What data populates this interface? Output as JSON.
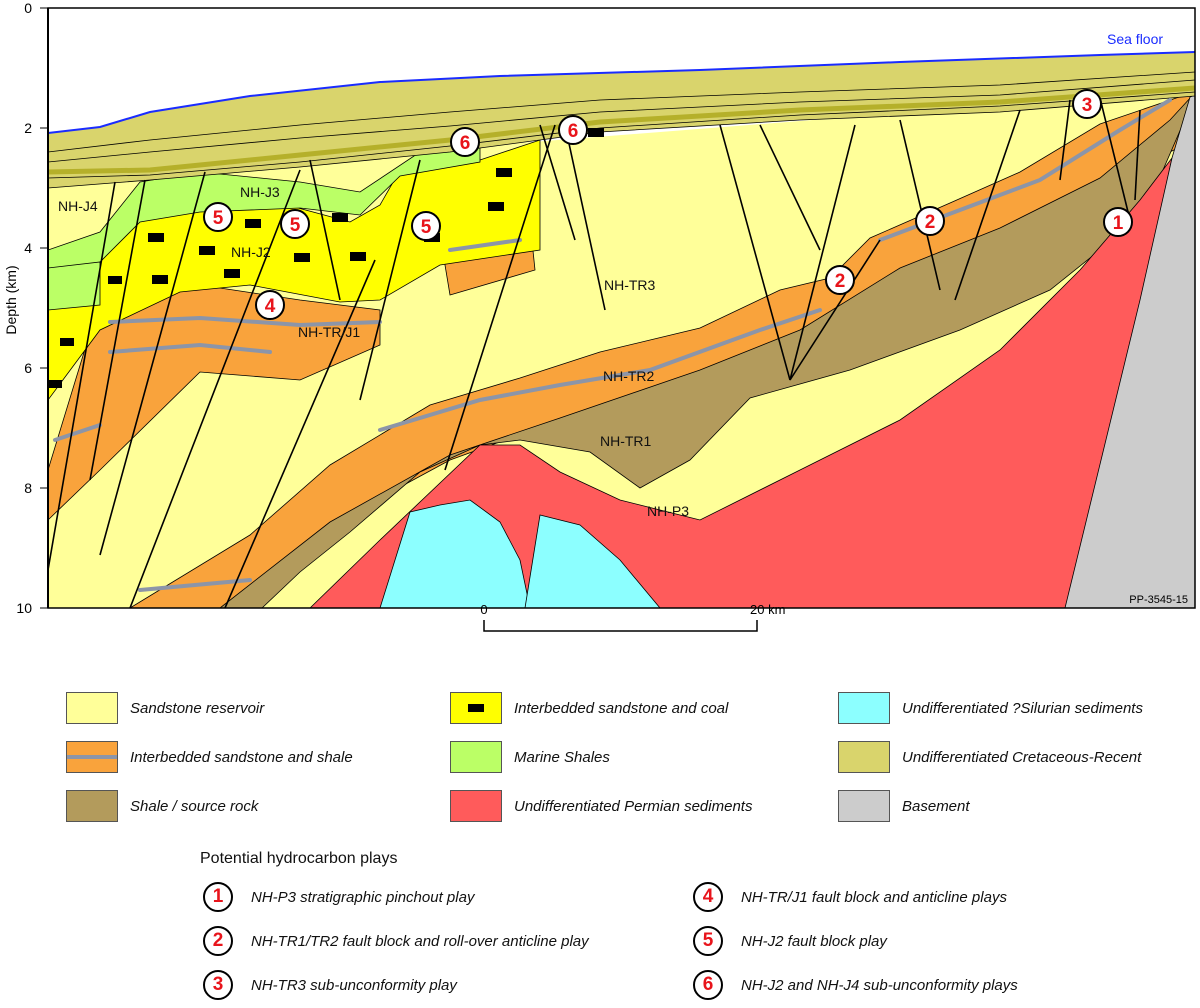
{
  "axis": {
    "label": "Depth (km)",
    "ticks": [
      "0",
      "2",
      "4",
      "6",
      "8",
      "10"
    ]
  },
  "section_labels": {
    "sea_floor": "Sea floor",
    "nh_j4": "NH-J4",
    "nh_j3": "NH-J3",
    "nh_j2": "NH-J2",
    "nh_trj1": "NH-TR/J1",
    "nh_tr3": "NH-TR3",
    "nh_tr2": "NH-TR2",
    "nh_tr1": "NH-TR1",
    "nh_p3": "NH-P3"
  },
  "figure_id": "PP-3545-15",
  "scale_bar": {
    "start": "0",
    "end": "20 km"
  },
  "colors": {
    "sandstone": "#ffff99",
    "interbedded_shale": "#f9a33c",
    "shale": "#b39b5c",
    "coal": "#ffff00",
    "marine": "#bbff66",
    "permian": "#ff5b5b",
    "silurian": "#8cffff",
    "cretaceous": "#d9d46c",
    "basement": "#cccccc"
  },
  "legend": [
    {
      "label": "Sandstone reservoir"
    },
    {
      "label": "Interbedded sandstone and coal"
    },
    {
      "label": "Undifferentiated ?Silurian sediments"
    },
    {
      "label": "Interbedded sandstone and shale"
    },
    {
      "label": "Marine Shales"
    },
    {
      "label": "Undifferentiated Cretaceous-Recent"
    },
    {
      "label": "Shale / source rock"
    },
    {
      "label": "Undifferentiated Permian sediments"
    },
    {
      "label": "Basement"
    }
  ],
  "plays_title": "Potential hydrocarbon plays",
  "plays": [
    {
      "num": "1",
      "label": "NH-P3 stratigraphic pinchout play"
    },
    {
      "num": "2",
      "label": "NH-TR1/TR2 fault block and roll-over anticline play"
    },
    {
      "num": "3",
      "label": "NH-TR3 sub-unconformity play"
    },
    {
      "num": "4",
      "label": "NH-TR/J1 fault block and anticline plays"
    },
    {
      "num": "5",
      "label": "NH-J2 fault block play"
    },
    {
      "num": "6",
      "label": "NH-J2 and NH-J4 sub-unconformity plays"
    }
  ]
}
